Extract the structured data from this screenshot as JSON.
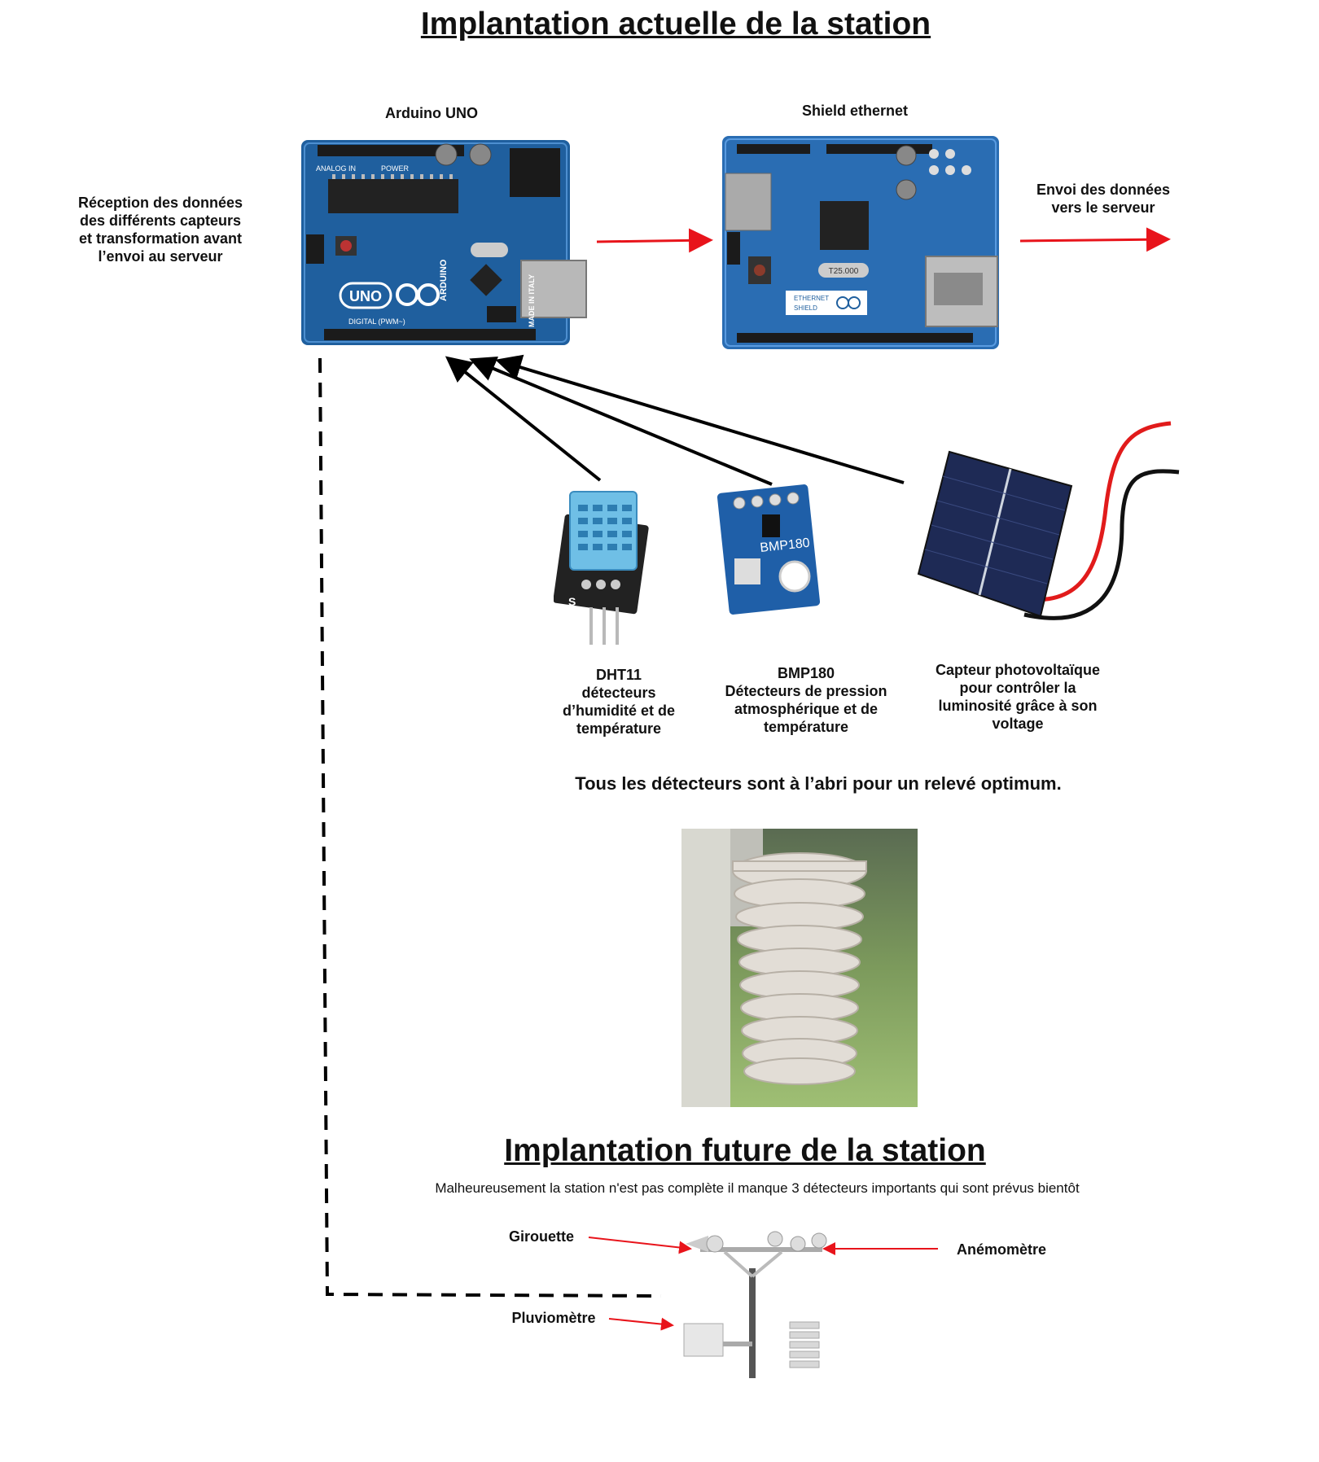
{
  "header": {
    "title": "Implantation actuelle de la station"
  },
  "arduino": {
    "label": "Arduino UNO",
    "description": "Réception des données\ndes différents capteurs\net transformation avant\nl’envoi au serveur",
    "board_text": {
      "uno": "UNO",
      "brand": "ARDUINO",
      "made": "MADE\nIN ITALY",
      "digital": "DIGITAL (PWM~)",
      "analog": "ANALOG IN",
      "power": "POWER"
    }
  },
  "shield": {
    "label": "Shield ethernet",
    "board_text": {
      "name": "ETHERNET\nSHIELD",
      "crystal": "T25.000"
    }
  },
  "server": {
    "label": "Envoi des données\nvers le serveur"
  },
  "sensors": {
    "dht11": {
      "caption": "DHT11\ndétecteurs\nd’humidité et de\ntempérature",
      "board_text": "S"
    },
    "bmp180": {
      "caption": "BMP180\nDétecteurs de pression\natmosphérique et de\ntempérature",
      "board_text": "BMP180"
    },
    "solar": {
      "caption": "Capteur photovoltaïque\npour contrôler la\nluminosité grâce à son\nvoltage"
    }
  },
  "shelter_note": "Tous les détecteurs sont à l’abri pour un relevé optimum.",
  "future": {
    "title": "Implantation future de la station",
    "subtitle": "Malheureusement la station n'est pas complète il manque 3 détecteurs importants qui sont prévus bientôt",
    "girouette": "Girouette",
    "anemometre": "Anémomètre",
    "pluviometre": "Pluviomètre"
  },
  "colors": {
    "red_arrow": "#e8141b",
    "black_arrow": "#000000",
    "board_blue": "#1f5f9e"
  }
}
